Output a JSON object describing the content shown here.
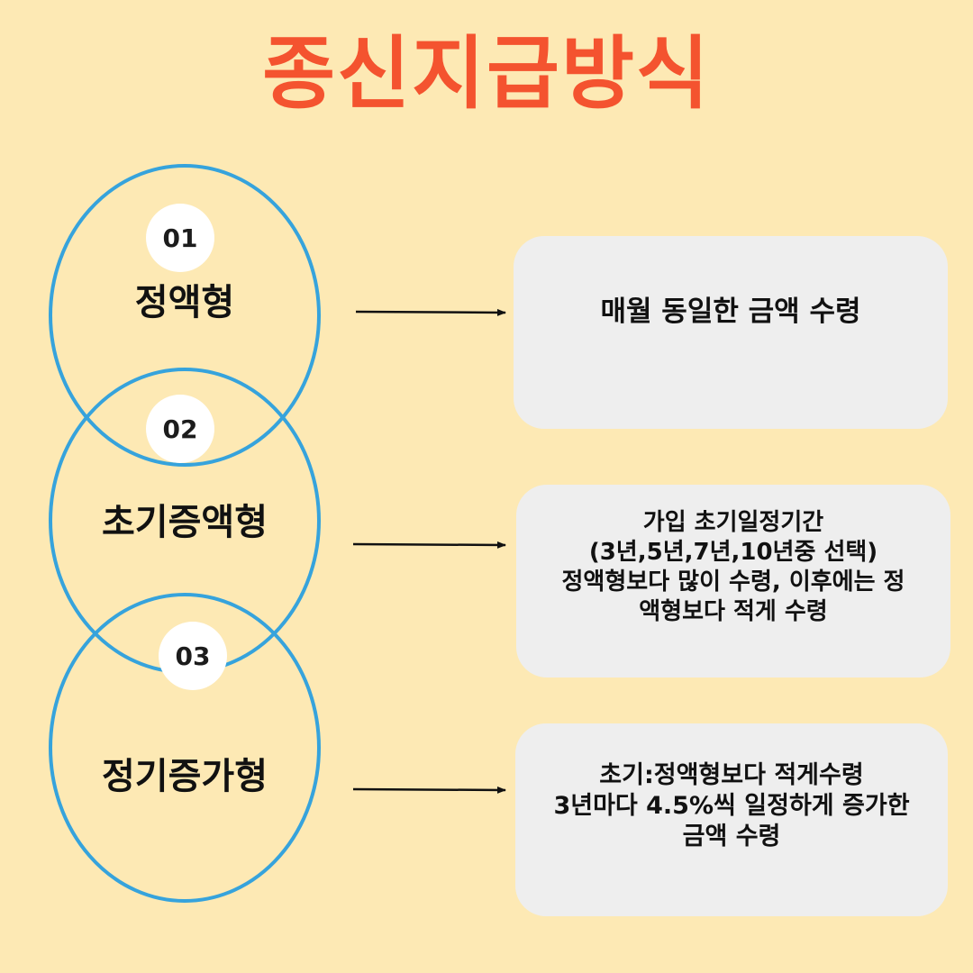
{
  "title": "종신지급방식",
  "colors": {
    "background": "#fde9b4",
    "title": "#f4532f",
    "ring": "#36a3dc",
    "box": "#eeeeee",
    "badge": "#ffffff"
  },
  "items": [
    {
      "number": "01",
      "label": "정액형",
      "description": "매월 동일한 금액 수령"
    },
    {
      "number": "02",
      "label": "초기증액형",
      "description": "가입 초기일정기간\n(3년,5년,7년,10년중 선택)\n정액형보다 많이 수령, 이후에는 정\n액형보다 적게 수령"
    },
    {
      "number": "03",
      "label": "정기증가형",
      "description": "초기:정액형보다 적게수령\n3년마다 4.5%씩 일정하게 증가한\n금액 수령"
    }
  ]
}
